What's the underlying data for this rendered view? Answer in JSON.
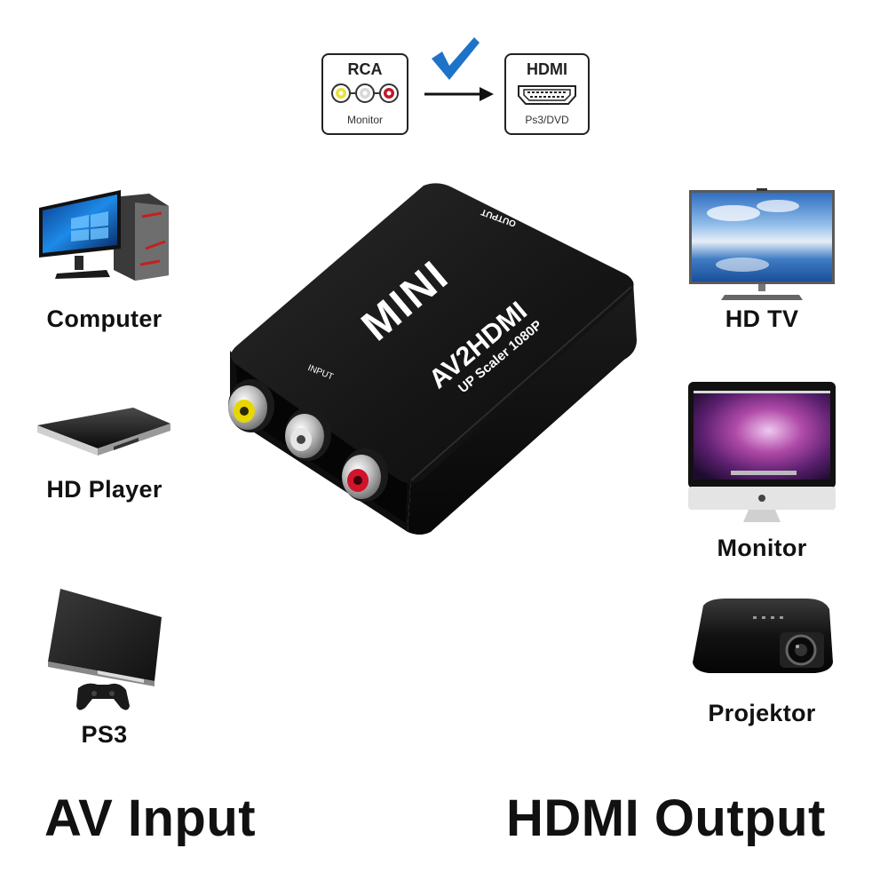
{
  "diagram": {
    "source": {
      "title": "RCA",
      "subtitle": "Monitor",
      "jack_colors": [
        "#e8e23a",
        "#d8d8d8",
        "#c0182a"
      ]
    },
    "target": {
      "title": "HDMI",
      "subtitle": "Ps3/DVD"
    },
    "check_color": "#1e73c8",
    "arrow": "right-arrow"
  },
  "product": {
    "brand_text": "MINI",
    "model_text": "AV2HDMI",
    "spec_text": "UP Scaler 1080P",
    "input_label": "INPUT",
    "output_label": "OUTPUT",
    "body_color": "#151515",
    "ports": [
      {
        "name": "video",
        "color": "#e8d600"
      },
      {
        "name": "audio-left",
        "color": "#e6e6e6"
      },
      {
        "name": "audio-right",
        "color": "#d0142a"
      }
    ]
  },
  "inputs": {
    "heading": "AV Input",
    "devices": [
      {
        "label": "Computer",
        "icon": "computer-icon"
      },
      {
        "label": "HD Player",
        "icon": "hd-player-icon"
      },
      {
        "label": "PS3",
        "icon": "ps3-icon"
      }
    ]
  },
  "outputs": {
    "heading": "HDMI Output",
    "devices": [
      {
        "label": "HD TV",
        "icon": "hdtv-icon"
      },
      {
        "label": "Monitor",
        "icon": "monitor-icon"
      },
      {
        "label": "Projektor",
        "icon": "projector-icon"
      }
    ]
  }
}
